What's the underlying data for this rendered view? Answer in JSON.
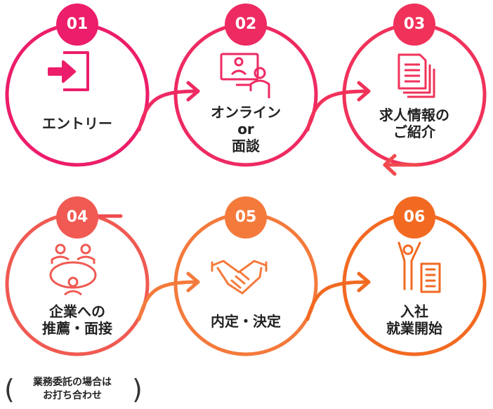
{
  "steps": [
    {
      "number": "01",
      "label": "エントリー",
      "icon": "entry-icon"
    },
    {
      "number": "02",
      "label": "オンライン\nor\n面談",
      "icon": "online-meeting-icon"
    },
    {
      "number": "03",
      "label": "求人情報の\nご紹介",
      "icon": "documents-icon"
    },
    {
      "number": "04",
      "label": "企業への\n推薦・面接",
      "icon": "meeting-table-icon"
    },
    {
      "number": "05",
      "label": "内定・決定",
      "icon": "handshake-icon"
    },
    {
      "number": "06",
      "label": "入社\n就業開始",
      "icon": "celebration-building-icon"
    }
  ],
  "note": {
    "text": "業務委託の場合は\nお打ち合わせ",
    "open": "(",
    "close": ")"
  },
  "colors": {
    "step1": "#ec1d6a",
    "step2": "#ee2a62",
    "step3": "#f0325a",
    "step4": "#f05a52",
    "step5": "#f47a3c",
    "step6": "#f26a22"
  }
}
